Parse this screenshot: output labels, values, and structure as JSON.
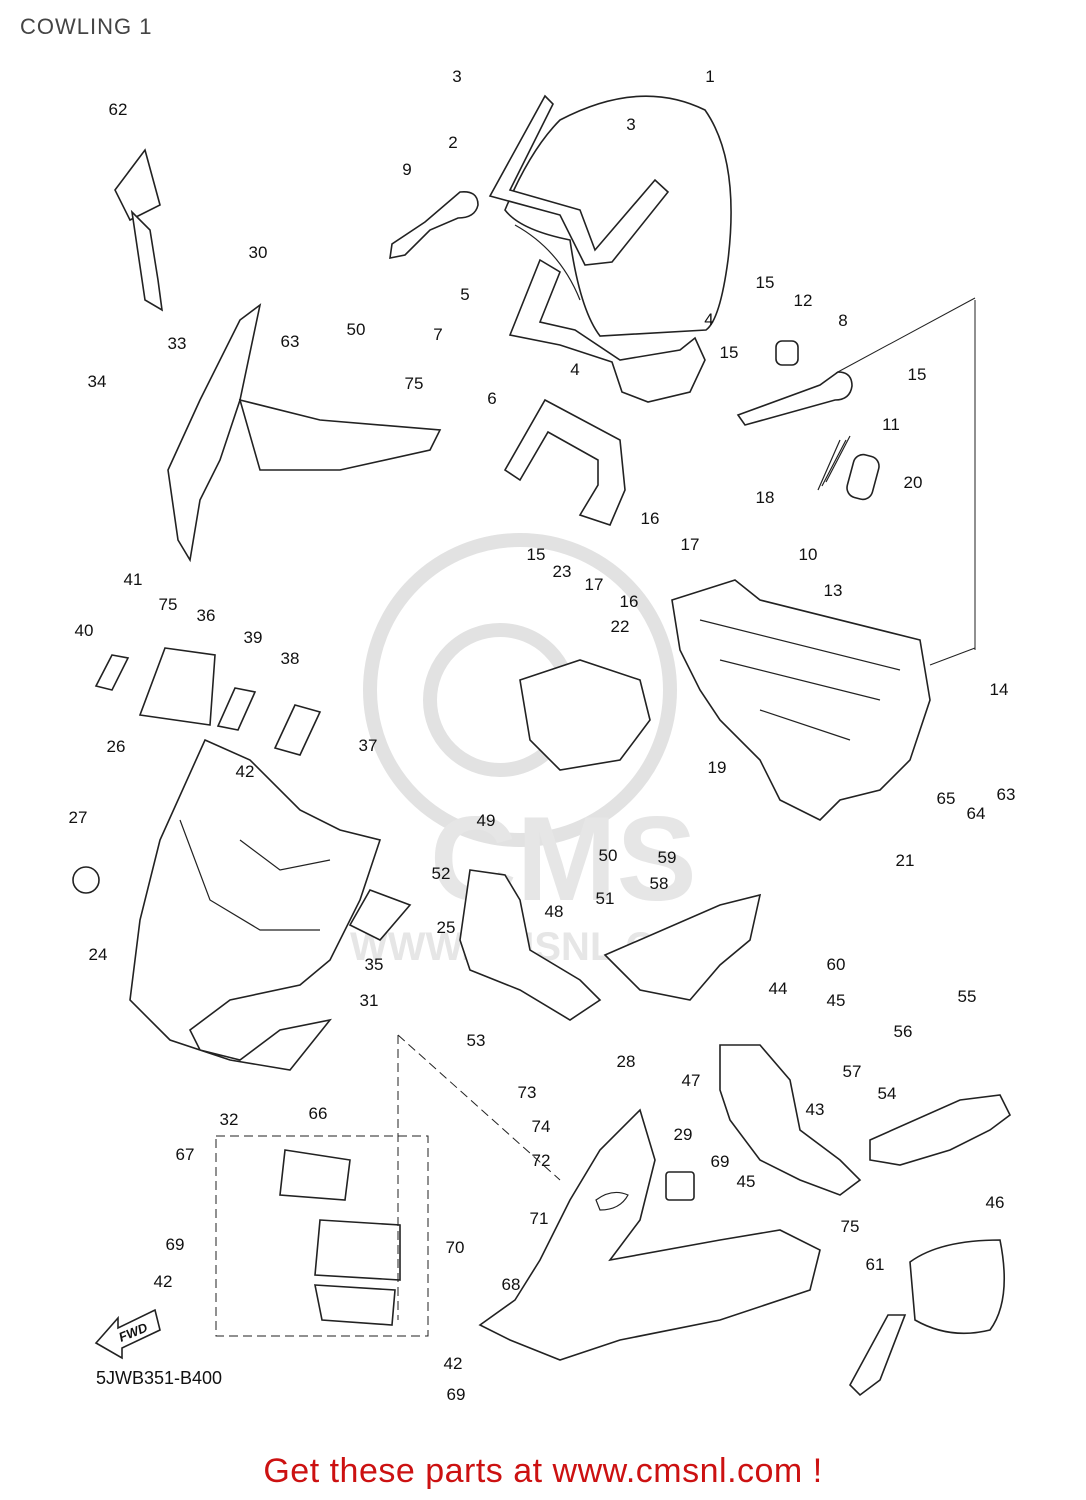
{
  "header": {
    "title": "COWLING 1"
  },
  "footer": {
    "ref_code": "5JWB351-B400",
    "cta": "Get these parts at www.cmsnl.com !"
  },
  "watermark": {
    "brand": "CMS",
    "site": "WWW.CMSNL.COM"
  },
  "fwd_label": "FWD",
  "colors": {
    "line": "#222222",
    "cta": "#cc1111",
    "watermark": "#e2e2e2"
  },
  "callouts": [
    {
      "id": "c1",
      "n": "1"
    },
    {
      "id": "c2",
      "n": "2"
    },
    {
      "id": "c3a",
      "n": "3"
    },
    {
      "id": "c3b",
      "n": "3"
    },
    {
      "id": "c4a",
      "n": "4"
    },
    {
      "id": "c4b",
      "n": "4"
    },
    {
      "id": "c5",
      "n": "5"
    },
    {
      "id": "c6",
      "n": "6"
    },
    {
      "id": "c7",
      "n": "7"
    },
    {
      "id": "c8",
      "n": "8"
    },
    {
      "id": "c9",
      "n": "9"
    },
    {
      "id": "c10",
      "n": "10"
    },
    {
      "id": "c11",
      "n": "11"
    },
    {
      "id": "c12",
      "n": "12"
    },
    {
      "id": "c13",
      "n": "13"
    },
    {
      "id": "c14",
      "n": "14"
    },
    {
      "id": "c15a",
      "n": "15"
    },
    {
      "id": "c15b",
      "n": "15"
    },
    {
      "id": "c15c",
      "n": "15"
    },
    {
      "id": "c15d",
      "n": "15"
    },
    {
      "id": "c16a",
      "n": "16"
    },
    {
      "id": "c16b",
      "n": "16"
    },
    {
      "id": "c17a",
      "n": "17"
    },
    {
      "id": "c17b",
      "n": "17"
    },
    {
      "id": "c18",
      "n": "18"
    },
    {
      "id": "c19",
      "n": "19"
    },
    {
      "id": "c20",
      "n": "20"
    },
    {
      "id": "c21",
      "n": "21"
    },
    {
      "id": "c22",
      "n": "22"
    },
    {
      "id": "c23",
      "n": "23"
    },
    {
      "id": "c24",
      "n": "24"
    },
    {
      "id": "c25",
      "n": "25"
    },
    {
      "id": "c26",
      "n": "26"
    },
    {
      "id": "c27",
      "n": "27"
    },
    {
      "id": "c28",
      "n": "28"
    },
    {
      "id": "c29",
      "n": "29"
    },
    {
      "id": "c30",
      "n": "30"
    },
    {
      "id": "c31",
      "n": "31"
    },
    {
      "id": "c32",
      "n": "32"
    },
    {
      "id": "c33",
      "n": "33"
    },
    {
      "id": "c34",
      "n": "34"
    },
    {
      "id": "c35",
      "n": "35"
    },
    {
      "id": "c36",
      "n": "36"
    },
    {
      "id": "c37",
      "n": "37"
    },
    {
      "id": "c38",
      "n": "38"
    },
    {
      "id": "c39",
      "n": "39"
    },
    {
      "id": "c40",
      "n": "40"
    },
    {
      "id": "c41",
      "n": "41"
    },
    {
      "id": "c42a",
      "n": "42"
    },
    {
      "id": "c42b",
      "n": "42"
    },
    {
      "id": "c42c",
      "n": "42"
    },
    {
      "id": "c43",
      "n": "43"
    },
    {
      "id": "c44",
      "n": "44"
    },
    {
      "id": "c45a",
      "n": "45"
    },
    {
      "id": "c45b",
      "n": "45"
    },
    {
      "id": "c46",
      "n": "46"
    },
    {
      "id": "c47",
      "n": "47"
    },
    {
      "id": "c48",
      "n": "48"
    },
    {
      "id": "c49",
      "n": "49"
    },
    {
      "id": "c50a",
      "n": "50"
    },
    {
      "id": "c50b",
      "n": "50"
    },
    {
      "id": "c51",
      "n": "51"
    },
    {
      "id": "c52",
      "n": "52"
    },
    {
      "id": "c53",
      "n": "53"
    },
    {
      "id": "c54",
      "n": "54"
    },
    {
      "id": "c55",
      "n": "55"
    },
    {
      "id": "c56",
      "n": "56"
    },
    {
      "id": "c57",
      "n": "57"
    },
    {
      "id": "c58",
      "n": "58"
    },
    {
      "id": "c59",
      "n": "59"
    },
    {
      "id": "c60",
      "n": "60"
    },
    {
      "id": "c61",
      "n": "61"
    },
    {
      "id": "c62",
      "n": "62"
    },
    {
      "id": "c63a",
      "n": "63"
    },
    {
      "id": "c63b",
      "n": "63"
    },
    {
      "id": "c64",
      "n": "64"
    },
    {
      "id": "c65",
      "n": "65"
    },
    {
      "id": "c66",
      "n": "66"
    },
    {
      "id": "c67",
      "n": "67"
    },
    {
      "id": "c68",
      "n": "68"
    },
    {
      "id": "c69a",
      "n": "69"
    },
    {
      "id": "c69b",
      "n": "69"
    },
    {
      "id": "c69c",
      "n": "69"
    },
    {
      "id": "c69d",
      "n": "69"
    },
    {
      "id": "c70",
      "n": "70"
    },
    {
      "id": "c71",
      "n": "71"
    },
    {
      "id": "c72",
      "n": "72"
    },
    {
      "id": "c73",
      "n": "73"
    },
    {
      "id": "c74",
      "n": "74"
    },
    {
      "id": "c75a",
      "n": "75"
    },
    {
      "id": "c75b",
      "n": "75"
    },
    {
      "id": "c75c",
      "n": "75"
    }
  ]
}
